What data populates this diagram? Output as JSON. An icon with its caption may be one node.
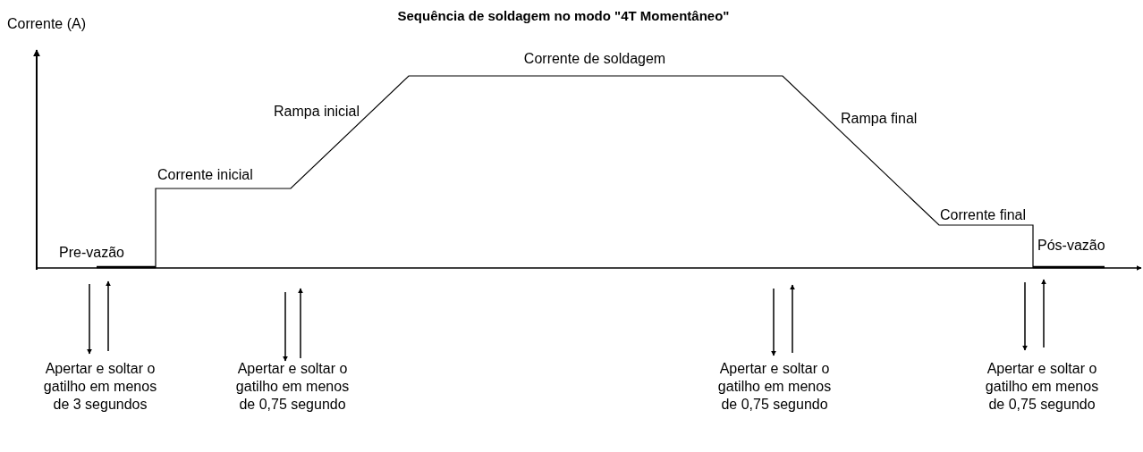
{
  "diagram": {
    "title": "Sequência de soldagem no modo \"4T Momentâneo\"",
    "labels": [
      "Corrente (A)",
      "Corrente de soldagem",
      "Rampa inicial",
      "Corrente inicial",
      "Rampa final",
      "Corrente final",
      "Pre-vazão",
      "Pós-vazão",
      "Apertar e soltar o gatilho em menos de 3 segundos",
      "Apertar e soltar o gatilho em menos de 0,75 segundo",
      "Apertar e soltar o gatilho em menos de 0,75 segundo",
      "Apertar e soltar o gatilho em menos de 0,75 segundo"
    ]
  }
}
